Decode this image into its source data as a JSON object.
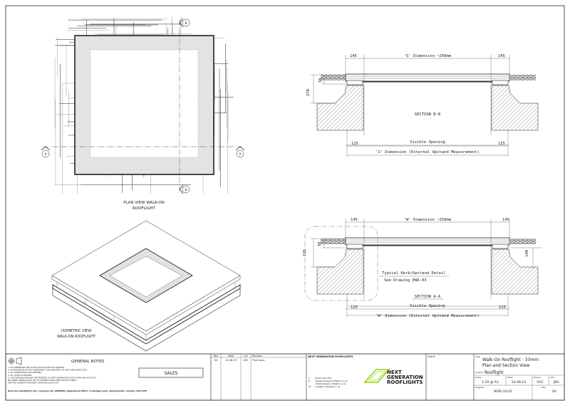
{
  "plan_view": {
    "label_line1": "PLAN VIEW WALK-ON",
    "label_line2": "ROOFLIGHT",
    "section_markers": {
      "a": "A",
      "b": "B"
    }
  },
  "isometric_view": {
    "label_line1": "ISOMETRIC VIEW",
    "label_line2": "WALK-ON ROOFLIGHT"
  },
  "section_b": {
    "dim_left": "145",
    "dim_top": "'S' Dimension ~250mm",
    "dim_right": "145",
    "dim_height_total": "270",
    "dim_height_frame": "38",
    "title": "SECTION B-B",
    "visible_opening": "Visible Opening",
    "kerb_left": "125",
    "kerb_right": "125",
    "external": "'S' Dimension (External Upstand Measurement)"
  },
  "section_a": {
    "dim_left": "145",
    "dim_top": "'W' Dimension ~250mm",
    "dim_right": "145",
    "dim_height_total": "215",
    "dim_height_frame": "38",
    "dim_height_right": "140",
    "detail_line1": "Typical Kerb/Upstand Detail",
    "detail_line2": "See Drawing EWD-03",
    "title": "SECTION A-A",
    "visible_opening": "Visible Opening",
    "kerb_left": "125",
    "kerb_right": "125",
    "external": "'W' Dimension (External Upstand Measurement)"
  },
  "title_block": {
    "general_notes": {
      "title": "GENERAL NOTES",
      "icon": "projection-symbol-icon",
      "notes": [
        "1. NO DIMENSIONS ARE TO BE SCALED FROM THIS DRAWING.",
        "2. DISCREPANCIES IN SITE DIMENSIONS TO BE REPORTED TO NEXT GEN ROOFLIGHTS.",
        "3. ALL DIMENSIONS IN MILLIMETRES.",
        "4. ALL LEVELS IN METRES.",
        "5. THIS DRAWING REMAINS THE PROPERTY OF NEXT GENERATION ROOFLIGHTS AND MUST NOT",
        "   BE COPIED, REPRODUCED OR ITS CONTENTS DISCLOSED WITHOUT PRIOR",
        "   WRITTEN CONSENT FROM NEXT GEN ROOFLIGHTS LTD."
      ],
      "status_stamp": "SALES",
      "footer": "Next Gen Rooflights Ltd, Company No. 0000000, Registered Office: 2 Vantage Lane, Bexleyheath, London, DA5 0HP"
    },
    "revisions": {
      "headers": [
        "Rev",
        "Date",
        "Init",
        "Revision"
      ],
      "rows": [
        [
          "00",
          "14-08-23",
          "VHC",
          "First Issue"
        ]
      ]
    },
    "company": {
      "heading": "NEXT GENERATION ROOFLIGHTS",
      "logo_text": [
        "NEXT",
        "GENERATION",
        "ROOFLIGHTS"
      ],
      "logo_color": "#8fd400",
      "contacts": [
        {
          "prefix": "T:",
          "value": "01322 250 254"
        },
        {
          "prefix": "E:",
          "value": "sales@nextgenrooflights.co.uk"
        },
        {
          "prefix": "",
          "value": "info@nextgenrooflights.co.uk"
        },
        {
          "prefix": "W:",
          "value": "nextgenrooflights.co.uk"
        }
      ]
    },
    "client": {
      "label": "Client:",
      "value": ""
    },
    "drawing": {
      "title_label": "Title:",
      "title_line1": "Walk-On Rooflight - 33mm",
      "title_line2": "Plan and Section View",
      "project_label": "Project:",
      "project": "Rooflight",
      "scale_label": "Scale:",
      "scale": "1:10 @ A3",
      "date_label": "Date:",
      "date": "14-08-23",
      "drawn_label": "Drawn:",
      "drawn": "VHC",
      "checked_label": "Chk:",
      "checked": "JWL",
      "dwg_no_label": "Dwg No.:",
      "dwg_no": "WOR-33-01",
      "rev_label": "Rev:",
      "rev": "00"
    }
  }
}
